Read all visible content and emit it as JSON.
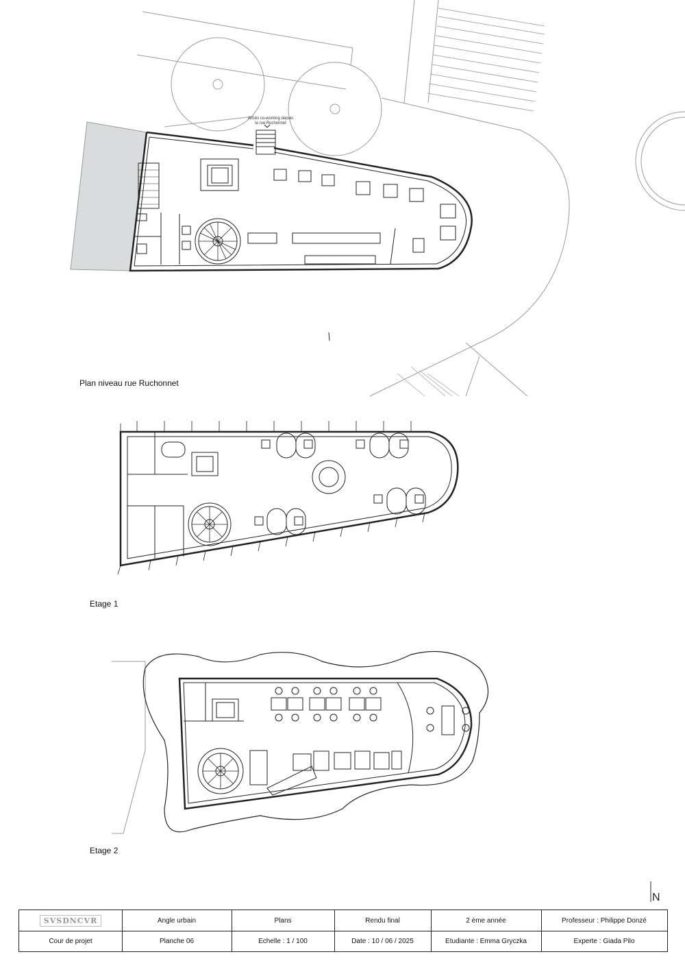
{
  "plans": {
    "ground": {
      "title": "Plan niveau rue Ruchonnet",
      "access_note_1": "Accès co-working depuis",
      "access_note_2": "la rue Ruchonnet"
    },
    "floor1": {
      "title": "Etage 1"
    },
    "floor2": {
      "title": "Etage 2"
    }
  },
  "north_arrow": {
    "label": "N"
  },
  "title_block": {
    "logo": "SVSDNCVR",
    "course": "Cour de projet",
    "theme": "Angle urbain",
    "sheet": "Planche 06",
    "content": "Plans",
    "scale": "Echelle : 1 / 100",
    "submission": "Rendu final",
    "date": "Date : 10 / 06 / 2025",
    "year": "2 ème année",
    "student": "Etudiante : Emma Gryczka",
    "professor": "Professeur : Philippe Donzé",
    "expert": "Experte : Giada Pilo"
  },
  "colors": {
    "line": "#222222",
    "light_line": "#9a9a9a",
    "hatch": "#d9dcdc"
  }
}
